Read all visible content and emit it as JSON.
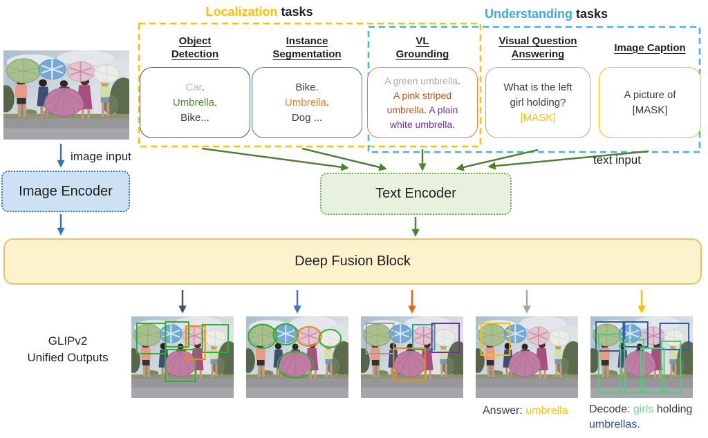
{
  "colors": {
    "localization_accent": "#FFC000",
    "understanding_accent": "#3FA9E0",
    "arrow_green": "#4E8031",
    "object_detection_border": "#44546A",
    "instance_segmentation_border": "#4472C4",
    "vl_grounding_border": "#ED7D31",
    "vqa_border": "#A6A6A6",
    "image_caption_border": "#FFC000",
    "image_encoder_fill": "#CDE1F3",
    "text_encoder_fill": "#E7F1DE",
    "deep_fusion_fill": "#FCF2CC"
  },
  "group_titles": {
    "localization": {
      "highlight": "Localization",
      "rest": " tasks"
    },
    "understanding": {
      "highlight": "Understanding",
      "rest": " tasks"
    }
  },
  "tasks": [
    {
      "id": "object-detection",
      "header": [
        "Object",
        "Detection"
      ],
      "border": "#44546A",
      "lines": [
        [
          {
            "t": "Car",
            "c": "#AEBFD8"
          },
          {
            "t": ".",
            "c": "#3B3B3B"
          }
        ],
        [
          {
            "t": "Umbrella",
            "c": "#538135"
          },
          {
            "t": ".",
            "c": "#3B3B3B"
          }
        ],
        [
          {
            "t": "Bike...",
            "c": "#3B3B3B"
          }
        ]
      ]
    },
    {
      "id": "instance-segmentation",
      "header": [
        "Instance",
        "Segmentation"
      ],
      "border": "#4472C4",
      "lines": [
        [
          {
            "t": "Bike.",
            "c": "#3B3B3B"
          }
        ],
        [
          {
            "t": "Umbrella",
            "c": "#ED7D31"
          },
          {
            "t": ".",
            "c": "#3B3B3B"
          }
        ],
        [
          {
            "t": "Dog ...",
            "c": "#3B3B3B"
          }
        ]
      ]
    },
    {
      "id": "vl-grounding",
      "header": [
        "VL",
        "Grounding"
      ],
      "border": "#ED7D31",
      "lines": [
        [
          {
            "t": "A green umbrella",
            "c": "#A6A6A6"
          },
          {
            "t": ".",
            "c": "#3B3B3B"
          }
        ],
        [
          {
            "t": "A pink striped",
            "c": "#BE5014"
          }
        ],
        [
          {
            "t": "umbrella",
            "c": "#BE5014"
          },
          {
            "t": ". ",
            "c": "#3B3B3B"
          },
          {
            "t": "A plain",
            "c": "#7030A0"
          }
        ],
        [
          {
            "t": "white umbrella",
            "c": "#7030A0"
          },
          {
            "t": ".",
            "c": "#3B3B3B"
          }
        ]
      ]
    },
    {
      "id": "visual-question-answering",
      "header": [
        "Visual Question",
        "Answering"
      ],
      "border": "#A6A6A6",
      "lines": [
        [
          {
            "t": "What is the left",
            "c": "#3B3B3B"
          }
        ],
        [
          {
            "t": "girl holding?",
            "c": "#3B3B3B"
          }
        ],
        [
          {
            "t": "[MASK]",
            "c": "#FFC000"
          }
        ]
      ]
    },
    {
      "id": "image-caption",
      "header": [
        "Image Caption"
      ],
      "border": "#FFC000",
      "lines": [
        [
          {
            "t": "A picture of",
            "c": "#3B3B3B"
          }
        ],
        [
          {
            "t": "[MASK]",
            "c": "#3B3B3B"
          }
        ]
      ]
    }
  ],
  "labels": {
    "image_input": "image input",
    "text_input": "text input",
    "image_encoder": "Image Encoder",
    "text_encoder": "Text Encoder",
    "deep_fusion_block": "Deep Fusion Block",
    "outputs_title_line1": "GLIPv2",
    "outputs_title_line2": "Unified Outputs"
  },
  "outputs": [
    {
      "id": "detection-output",
      "arrow_color": "#44546A"
    },
    {
      "id": "segmentation-output",
      "arrow_color": "#4472C4"
    },
    {
      "id": "grounding-output",
      "arrow_color": "#E8650D"
    },
    {
      "id": "vqa-output",
      "arrow_color": "#A6A6A6"
    },
    {
      "id": "caption-output",
      "arrow_color": "#FFC000"
    }
  ],
  "captions": {
    "answer": [
      {
        "t": "Answer: ",
        "c": "#3B3B3B"
      },
      {
        "t": "umbrella",
        "c": "#FFC000"
      }
    ],
    "decode_line1": [
      {
        "t": "Decode",
        "c": "#3B3B3B"
      },
      {
        "t": ": ",
        "c": "#2E75B6"
      },
      {
        "t": "girls",
        "c": "#74D690"
      },
      {
        "t": " holding",
        "c": "#3B3B3B"
      }
    ],
    "decode_line2": [
      {
        "t": "umbrellas.",
        "c": "#2E4CA6"
      }
    ]
  }
}
